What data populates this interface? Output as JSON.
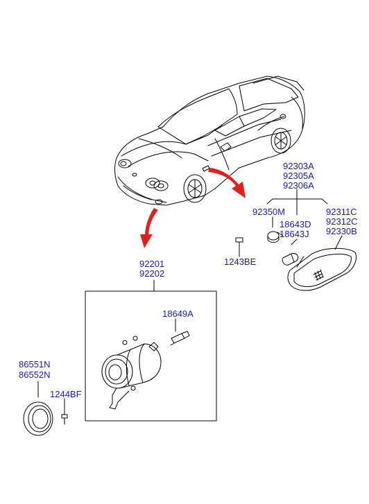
{
  "colors": {
    "line": "#000000",
    "label_text": "#1a1aa6",
    "arrow": "#e0201c",
    "background": "#ffffff"
  },
  "labels": {
    "side_lamp_assy": [
      "92303A",
      "92305A",
      "92306A"
    ],
    "side_lamp_bulb_socket": "92350M",
    "side_lamp_bulbs": [
      "18643D",
      "18643J"
    ],
    "side_lamp_lens": [
      "92311C",
      "92312C",
      "92330B"
    ],
    "side_lamp_screw": "1243BE",
    "fog_lamp_assy": [
      "92201",
      "92202"
    ],
    "fog_lamp_bulb": "18649A",
    "fog_lamp_cover": [
      "86551N",
      "86552N"
    ],
    "fog_lamp_screw": "1244BF"
  },
  "icons": {
    "vehicle": "coupe-car-illustration",
    "arrow_to_side_lamp": "red-arrow-icon",
    "arrow_to_fog_lamp": "red-arrow-icon"
  }
}
